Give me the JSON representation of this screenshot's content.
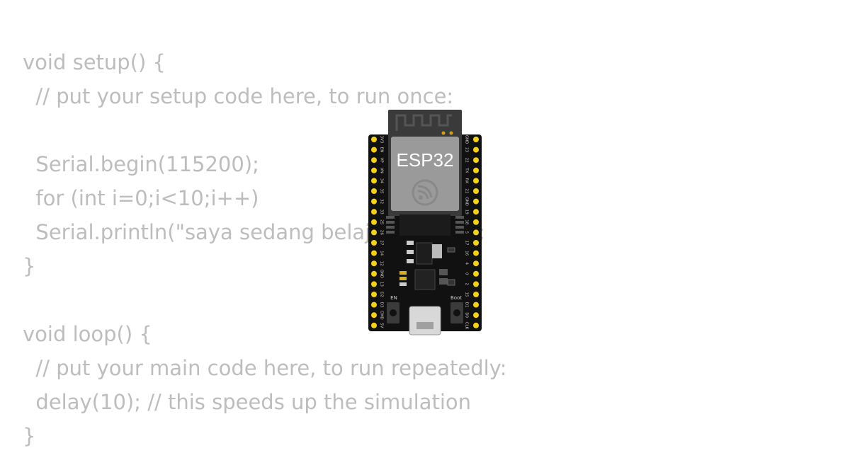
{
  "code_lines": [
    "void setup() {",
    "  // put your setup code here, to run once:",
    "",
    "  Serial.begin(115200);",
    "  for (int i=0;i<10;i++)",
    "  Serial.println(\"saya sedang belajar esp32\");",
    "}",
    "",
    "void loop() {",
    "  // put your main code here, to run repeatedly:",
    "  delay(10); // this speeds up the simulation",
    "}"
  ],
  "board": {
    "chip_label": "ESP32",
    "en_label": "EN",
    "boot_label": "Boot",
    "left_pins": [
      "3V3",
      "EN",
      "VP",
      "VN",
      "34",
      "35",
      "32",
      "33",
      "25",
      "26",
      "27",
      "14",
      "12",
      "GND",
      "13",
      "D2",
      "D3",
      "CMD",
      "5V"
    ],
    "right_pins": [
      "GND",
      "23",
      "22",
      "TX",
      "RX",
      "21",
      "GND",
      "19",
      "18",
      "5",
      "17",
      "16",
      "4",
      "0",
      "2",
      "15",
      "D1",
      "D0",
      "CLK"
    ]
  },
  "colors": {
    "code_text": "#bdbdbd",
    "board_body": "#111111",
    "module": "#3a3a3a",
    "chip_shield": "#9a9a9a",
    "pin_gold": "#f2d21b",
    "usb_silver": "#d8d8d8"
  }
}
